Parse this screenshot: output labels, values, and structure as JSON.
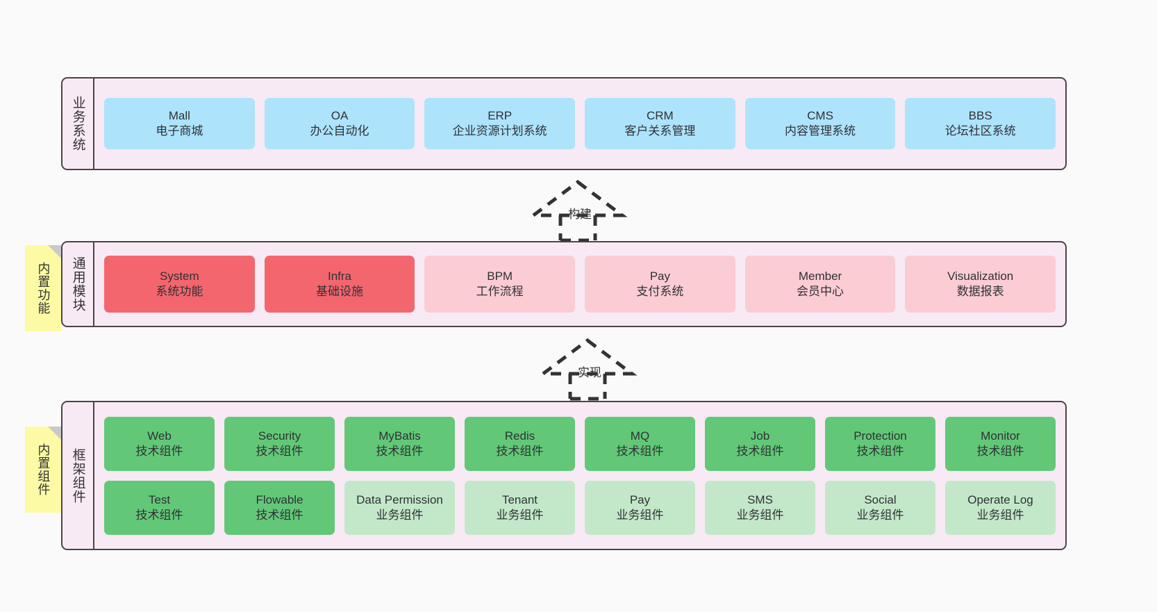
{
  "diagram": {
    "background": "#fafafa",
    "container_bg": "#f7eaf4",
    "container_border": "#4d4247"
  },
  "layers": [
    {
      "key": "business",
      "title": "业务系统",
      "color": "#ade3fb",
      "nodes": [
        {
          "en": "Mall",
          "cn": "电子商城"
        },
        {
          "en": "OA",
          "cn": "办公自动化"
        },
        {
          "en": "ERP",
          "cn": "企业资源计划系统"
        },
        {
          "en": "CRM",
          "cn": "客户关系管理"
        },
        {
          "en": "CMS",
          "cn": "内容管理系统"
        },
        {
          "en": "BBS",
          "cn": "论坛社区系统"
        }
      ]
    },
    {
      "key": "modules",
      "title": "通用模块",
      "note": "内置功能",
      "nodes": [
        {
          "en": "System",
          "cn": "系统功能",
          "color": "#f4666e"
        },
        {
          "en": "Infra",
          "cn": "基础设施",
          "color": "#f4666e"
        },
        {
          "en": "BPM",
          "cn": "工作流程",
          "color": "#fbccd4"
        },
        {
          "en": "Pay",
          "cn": "支付系统",
          "color": "#fbccd4"
        },
        {
          "en": "Member",
          "cn": "会员中心",
          "color": "#fbccd4"
        },
        {
          "en": "Visualization",
          "cn": "数据报表",
          "color": "#fbccd4"
        }
      ]
    },
    {
      "key": "framework",
      "title": "框架组件",
      "note": "内置组件",
      "rows": [
        [
          {
            "en": "Web",
            "cn": "技术组件",
            "color": "#62c878"
          },
          {
            "en": "Security",
            "cn": "技术组件",
            "color": "#62c878"
          },
          {
            "en": "MyBatis",
            "cn": "技术组件",
            "color": "#62c878"
          },
          {
            "en": "Redis",
            "cn": "技术组件",
            "color": "#62c878"
          },
          {
            "en": "MQ",
            "cn": "技术组件",
            "color": "#62c878"
          },
          {
            "en": "Job",
            "cn": "技术组件",
            "color": "#62c878"
          },
          {
            "en": "Protection",
            "cn": "技术组件",
            "color": "#62c878"
          },
          {
            "en": "Monitor",
            "cn": "技术组件",
            "color": "#62c878"
          }
        ],
        [
          {
            "en": "Test",
            "cn": "技术组件",
            "color": "#62c878"
          },
          {
            "en": "Flowable",
            "cn": "技术组件",
            "color": "#62c878"
          },
          {
            "en": "Data Permission",
            "cn": "业务组件",
            "color": "#c3e8c9"
          },
          {
            "en": "Tenant",
            "cn": "业务组件",
            "color": "#c3e8c9"
          },
          {
            "en": "Pay",
            "cn": "业务组件",
            "color": "#c3e8c9"
          },
          {
            "en": "SMS",
            "cn": "业务组件",
            "color": "#c3e8c9"
          },
          {
            "en": "Social",
            "cn": "业务组件",
            "color": "#c3e8c9"
          },
          {
            "en": "Operate Log",
            "cn": "业务组件",
            "color": "#c3e8c9"
          }
        ]
      ]
    }
  ],
  "connectors": [
    {
      "key": "build",
      "label": "构建"
    },
    {
      "key": "implement",
      "label": "实现"
    }
  ]
}
